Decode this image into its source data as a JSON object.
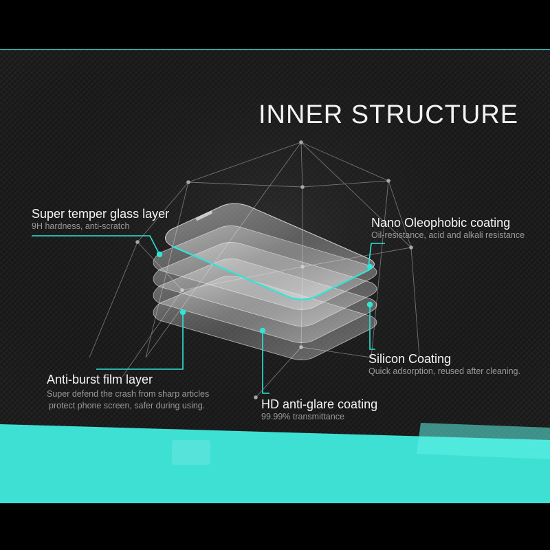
{
  "title": "INNER STRUCTURE",
  "callouts": {
    "super_temper": {
      "label": "Super temper glass layer",
      "desc": "9H hardness, anti-scratch"
    },
    "nano": {
      "label": "Nano Oleophobic coating",
      "desc": "Oil-resistance, acid and alkali resistance"
    },
    "silicon": {
      "label": "Silicon Coating",
      "desc": "Quick adsorption, reused after cleaning."
    },
    "anti_burst": {
      "label": "Anti-burst film layer",
      "desc_lines": [
        "Super defend the crash from sharp articles",
        "protect phone screen, safer during using."
      ]
    },
    "hd": {
      "label": "HD anti-glare coating",
      "desc": "99.99% transmittance"
    }
  },
  "colors": {
    "accent": "#2ee6d6",
    "background": "#1b1b1b",
    "teal_band": "#3fe0d4"
  }
}
